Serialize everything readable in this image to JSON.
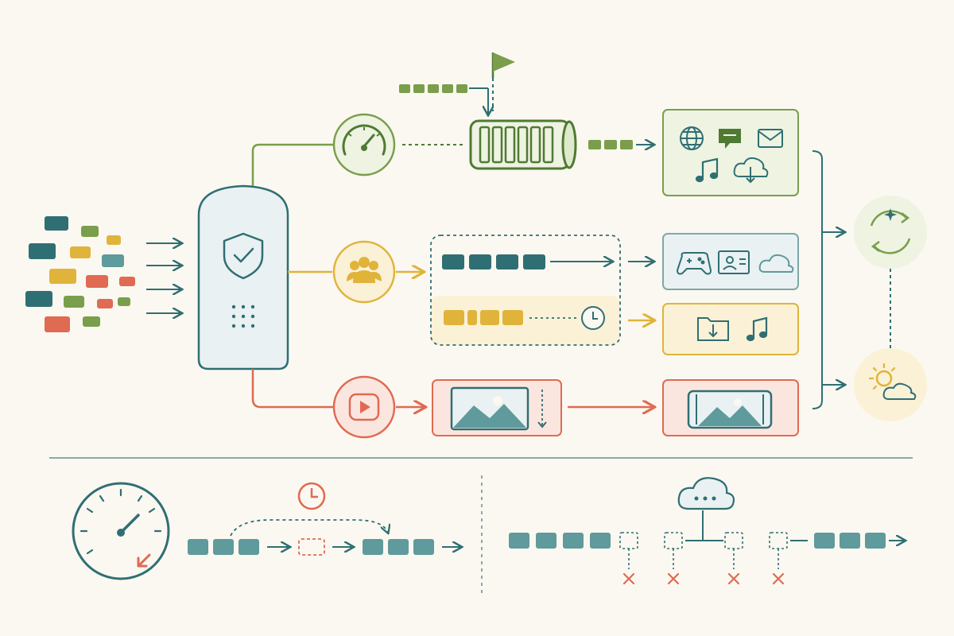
{
  "palette": {
    "background": "#fbf8f1",
    "teal": "#2f6f73",
    "teal_light": "#5f9a9c",
    "green": "#7a9e4b",
    "green_dark": "#4f7a33",
    "green_fill": "#eef3e2",
    "yellow": "#e0b43a",
    "yellow_fill": "#fbf1d6",
    "red": "#e06a52",
    "red_fill": "#fbe6df",
    "blue_fill": "#eaf1f3",
    "grey_line": "#c9cfcf"
  },
  "diagram": {
    "gateway": {
      "icon": "shield-check-icon",
      "keypad": "keypad-dots"
    },
    "lanes": [
      {
        "id": "throughput",
        "color": "green",
        "entry_icon": "speedometer-icon",
        "queue": "battery-queue-icon",
        "marker": "flag-icon",
        "destination_icons": [
          "globe-icon",
          "chat-icon",
          "mail-icon",
          "music-icon",
          "cloud-download-icon"
        ]
      },
      {
        "id": "user-priority",
        "color": "teal",
        "entry_icon": "users-group-icon",
        "destination_icons": [
          "gamepad-icon",
          "contact-card-icon",
          "cloud-icon"
        ]
      },
      {
        "id": "deferred",
        "color": "yellow",
        "wait_icon": "clock-icon",
        "destination_icons": [
          "folder-download-icon",
          "music-icon"
        ]
      },
      {
        "id": "media",
        "color": "red",
        "entry_icon": "play-button-icon",
        "transform_icon": "image-download-icon",
        "destination_icons": [
          "phone-landscape-image-icon"
        ]
      }
    ],
    "outcomes": [
      "sync-cycle-icon",
      "sun-cloud-icon"
    ],
    "bottom_left": {
      "gauge_icon": "gauge-low-icon",
      "timer_icon": "clock-icon",
      "dropped_slot": "dashed-placeholder"
    },
    "bottom_right": {
      "source_icon": "cloud-dots-icon",
      "failed_marker": "x-mark-icon"
    }
  }
}
